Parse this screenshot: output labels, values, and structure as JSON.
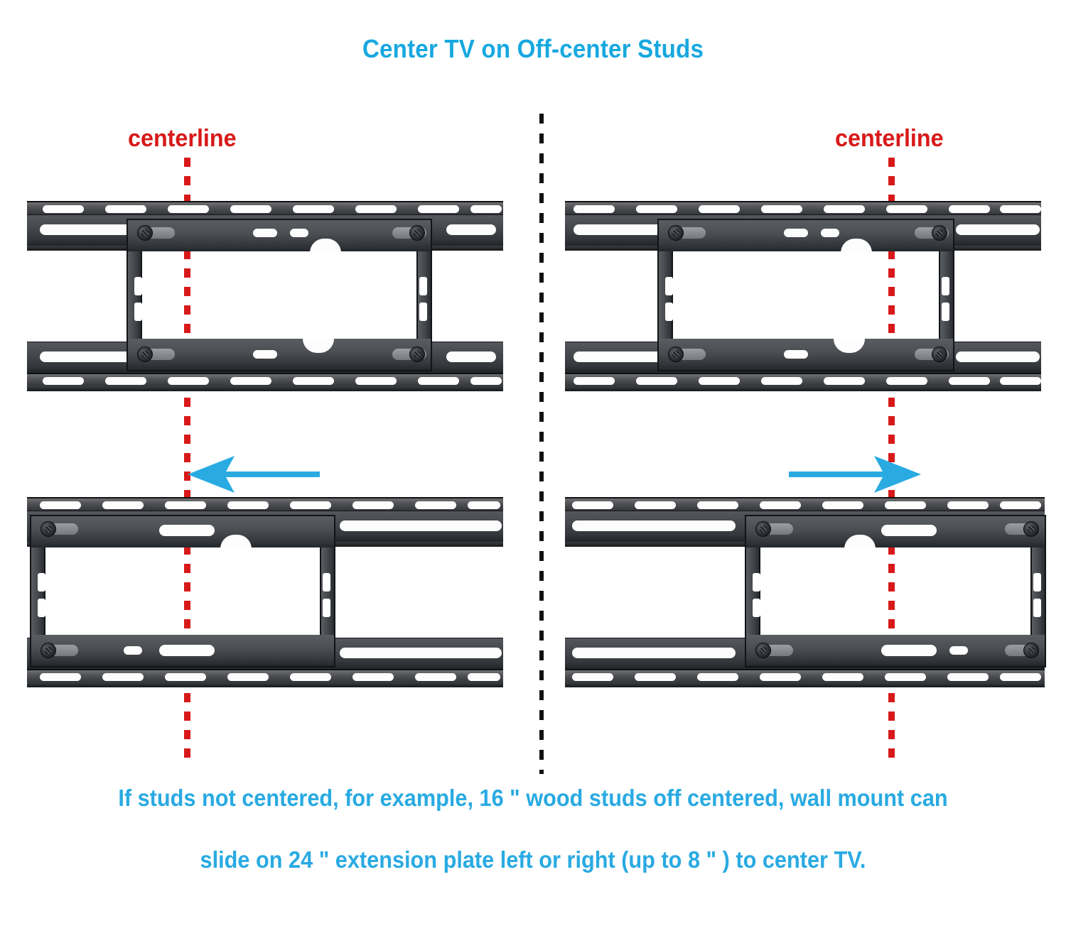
{
  "page": {
    "title": "Center TV on Off-center Studs",
    "title_color": "#17a8e0",
    "bg_color": "#ffffff"
  },
  "labels": {
    "centerline_left": "centerline",
    "centerline_right": "centerline",
    "centerline_color": "#d81919"
  },
  "caption": {
    "line1": "If studs not centered, for example, 16 \"  wood studs off centered, wall mount can",
    "line2": "slide on 24 \" extension plate left or right (up to 8 \" ) to center TV.",
    "color": "#29aae2"
  },
  "annotations": {
    "arrow_left_direction": "left",
    "arrow_right_direction": "right",
    "arrow_color": "#29abe2",
    "divider_style": "vertical-dashed-black"
  },
  "panels": [
    {
      "id": "top-left",
      "state": "off-center",
      "bracket_offset": "right-of-center"
    },
    {
      "id": "top-right",
      "state": "off-center",
      "bracket_offset": "left-of-center"
    },
    {
      "id": "bottom-left",
      "state": "centered",
      "bracket_offset": "slid-left"
    },
    {
      "id": "bottom-right",
      "state": "centered",
      "bracket_offset": "slid-right"
    }
  ],
  "measurements": {
    "stud_spacing": "16 \"",
    "extension_plate": "24 \"",
    "max_slide": "8 \""
  }
}
